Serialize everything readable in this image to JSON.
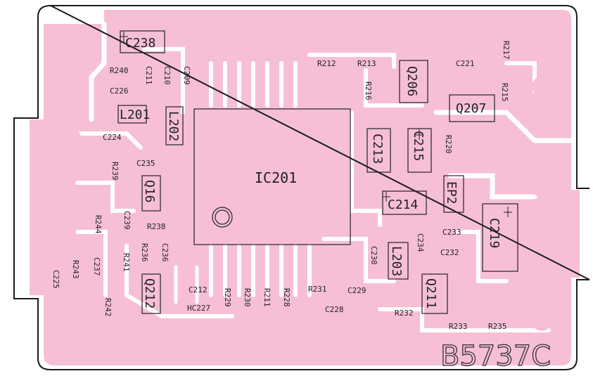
{
  "board": {
    "code": "B5737C",
    "colors": {
      "copper": "#f6bfd6",
      "substrate": "#ffffff",
      "outline": "#1a1a1a",
      "silkscreen": "#222222"
    }
  },
  "ic": {
    "ref": "IC201"
  },
  "components": [
    {
      "ref": "C238"
    },
    {
      "ref": "R240"
    },
    {
      "ref": "C211"
    },
    {
      "ref": "C210"
    },
    {
      "ref": "C209"
    },
    {
      "ref": "C226"
    },
    {
      "ref": "L201"
    },
    {
      "ref": "L202"
    },
    {
      "ref": "C224"
    },
    {
      "ref": "C235"
    },
    {
      "ref": "R239"
    },
    {
      "ref": "Q16"
    },
    {
      "ref": "C239"
    },
    {
      "ref": "R238"
    },
    {
      "ref": "R244"
    },
    {
      "ref": "R236"
    },
    {
      "ref": "C236"
    },
    {
      "ref": "R241"
    },
    {
      "ref": "C237"
    },
    {
      "ref": "R243"
    },
    {
      "ref": "C225"
    },
    {
      "ref": "Q212"
    },
    {
      "ref": "R242"
    },
    {
      "ref": "C212"
    },
    {
      "ref": "HC227"
    },
    {
      "ref": "R229"
    },
    {
      "ref": "R230"
    },
    {
      "ref": "R211"
    },
    {
      "ref": "R228"
    },
    {
      "ref": "R231"
    },
    {
      "ref": "C229"
    },
    {
      "ref": "C228"
    },
    {
      "ref": "R212"
    },
    {
      "ref": "R213"
    },
    {
      "ref": "R216"
    },
    {
      "ref": "Q206"
    },
    {
      "ref": "C221"
    },
    {
      "ref": "R217"
    },
    {
      "ref": "R215"
    },
    {
      "ref": "Q207"
    },
    {
      "ref": "C213"
    },
    {
      "ref": "C215"
    },
    {
      "ref": "R220"
    },
    {
      "ref": "C214"
    },
    {
      "ref": "EP2"
    },
    {
      "ref": "C219"
    },
    {
      "ref": "C233"
    },
    {
      "ref": "C234"
    },
    {
      "ref": "C232"
    },
    {
      "ref": "C230"
    },
    {
      "ref": "L203"
    },
    {
      "ref": "Q211"
    },
    {
      "ref": "R232"
    },
    {
      "ref": "R233"
    },
    {
      "ref": "R235"
    }
  ]
}
